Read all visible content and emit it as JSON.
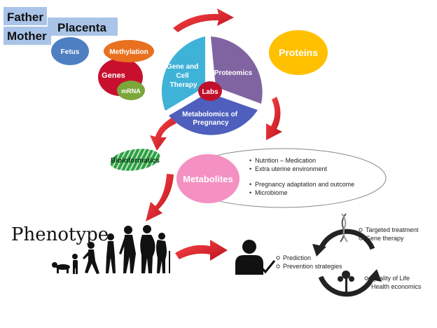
{
  "title_boxes": {
    "father": "Father",
    "placenta": "Placenta",
    "mother": "Mother"
  },
  "blobs": {
    "fetus": "Fetus",
    "methylation": "Methylation",
    "genes": "Genes",
    "mrna": "mRNA",
    "proteins": "Proteins"
  },
  "wheel": {
    "gene_cell_therapy": [
      "Gene and",
      "Cell",
      "Therapy"
    ],
    "proteomics": "Proteomics",
    "metabolomics": [
      "Metabolomics of",
      "Pregnancy"
    ],
    "center": "Labs"
  },
  "bioinformatics": "Bioinformatics",
  "metabolites": "Metabolites",
  "metabolite_factors": [
    "Nutrition – Medication",
    "Extra uterine environment",
    "Pregnancy adaptation and outcome",
    "Microbiome"
  ],
  "phenotype": "Phenotype",
  "prediction_items": [
    "Prediction",
    "Prevention strategies"
  ],
  "cycle_top_items": [
    "Targeted treatment",
    "Gene therapy"
  ],
  "cycle_bottom_items": [
    "Quality of Life",
    "Health economics"
  ],
  "colors": {
    "title_box": "#a9c4e8",
    "fetus": "#4e7fc2",
    "methylation": "#e8701f",
    "genes": "#c8102e",
    "mrna": "#7aa63a",
    "proteins": "#ffc000",
    "gene_cell_therapy": "#3fb2d8",
    "proteomics": "#8064a2",
    "metabolomics": "#4f5fbd",
    "labs": "#c0102a",
    "metabolites": "#f490c2",
    "arrow": "#e0202a",
    "bioinformatics": "#2e9e45"
  }
}
